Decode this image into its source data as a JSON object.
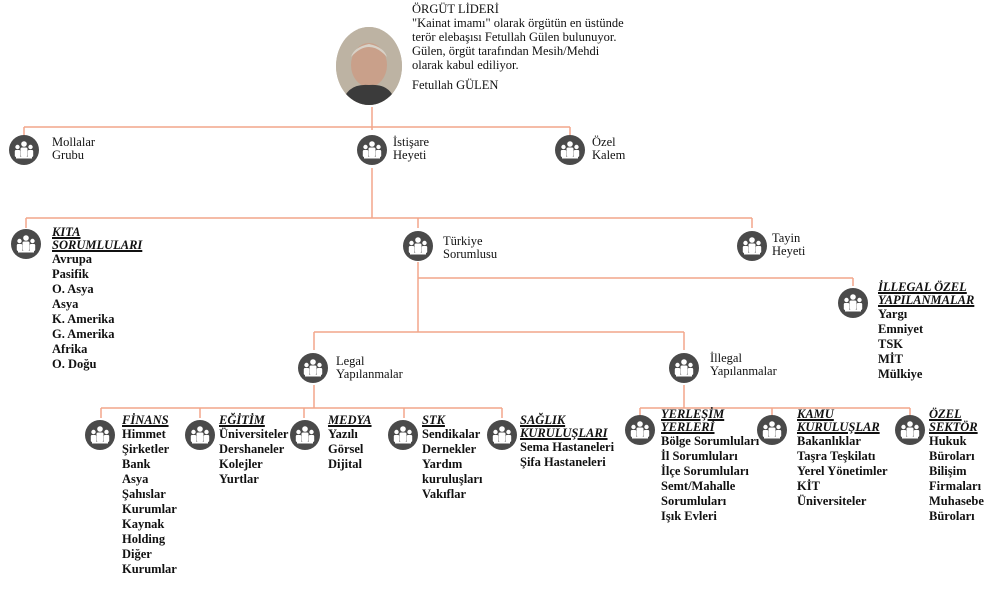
{
  "leader": {
    "title": "ÖRGÜT LİDERİ",
    "desc": [
      "\"Kainat imamı\" olarak örgütün en üstünde",
      "terör elebaşısı Fetullah Gülen bulunuyor.",
      "Gülen, örgüt tarafından Mesih/Mehdi",
      "olarak kabul ediliyor."
    ],
    "name": "Fetullah GÜLEN"
  },
  "level1": [
    {
      "label": [
        "Mollalar",
        "Grubu"
      ]
    },
    {
      "label": [
        "İstişare",
        "Heyeti"
      ]
    },
    {
      "label": [
        "Özel",
        "Kalem"
      ]
    }
  ],
  "level2": {
    "kita": {
      "header": [
        "KITA",
        "SORUMLULARI"
      ],
      "items": [
        "Avrupa",
        "Pasifik",
        "O. Asya",
        "Asya",
        "K. Amerika",
        "G. Amerika",
        "Afrika",
        "O. Doğu"
      ]
    },
    "turkiye": {
      "label": [
        "Türkiye",
        "Sorumlusu"
      ]
    },
    "tayin": {
      "label": [
        "Tayin",
        "Heyeti"
      ]
    }
  },
  "illegal_ozel": {
    "header": [
      "İLLEGAL ÖZEL",
      "YAPILANMALAR"
    ],
    "items": [
      "Yargı",
      "Emniyet",
      "TSK",
      "MİT",
      "Mülkiye"
    ]
  },
  "legal": {
    "label": [
      "Legal",
      "Yapılanmalar"
    ]
  },
  "illegal": {
    "label": [
      "İllegal",
      "Yapılanmalar"
    ]
  },
  "legal_children": [
    {
      "header": [
        "FİNANS"
      ],
      "items": [
        "Himmet",
        "Şirketler",
        "Bank",
        "Asya",
        "Şahıslar",
        "Kurumlar",
        "Kaynak",
        "Holding",
        "Diğer",
        "Kurumlar"
      ]
    },
    {
      "header": [
        "EĞİTİM"
      ],
      "items": [
        "Üniversiteler",
        "Dershaneler",
        "Kolejler",
        "Yurtlar"
      ]
    },
    {
      "header": [
        "MEDYA"
      ],
      "items": [
        "Yazılı",
        "Görsel",
        "Dijital"
      ]
    },
    {
      "header": [
        "STK"
      ],
      "items": [
        "Sendikalar",
        "Dernekler",
        "Yardım",
        "kuruluşları",
        "Vakıflar"
      ]
    },
    {
      "header": [
        "SAĞLIK",
        "KURULUŞLARI"
      ],
      "items": [
        "Sema Hastaneleri",
        "Şifa Hastaneleri"
      ]
    }
  ],
  "illegal_children": [
    {
      "header": [
        "YERLEŞİM",
        "YERLERİ"
      ],
      "items": [
        "Bölge Sorumluları",
        "İl Sorumluları",
        "İlçe Sorumluları",
        "Semt/Mahalle",
        "Sorumluları",
        "Işık Evleri"
      ]
    },
    {
      "header": [
        "KAMU",
        "KURULUŞLAR"
      ],
      "items": [
        "Bakanlıklar",
        "Taşra Teşkilatı",
        "Yerel Yönetimler",
        "KİT",
        "Üniversiteler"
      ]
    },
    {
      "header": [
        "ÖZEL",
        "SEKTÖR"
      ],
      "items": [
        "Hukuk",
        "Büroları",
        "Bilişim",
        "Firmaları",
        "Muhasebe",
        "Büroları"
      ]
    }
  ],
  "colors": {
    "line": "#f2a68a",
    "icon_bg": "#4a4a4a",
    "icon_fg": "#ffffff"
  }
}
